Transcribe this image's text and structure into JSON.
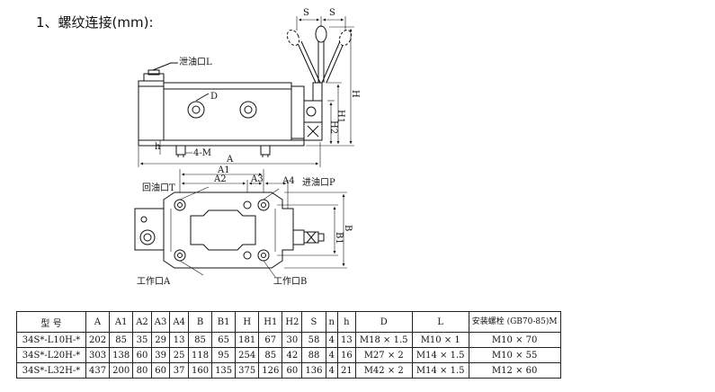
{
  "heading": "1、螺纹连接(mm):",
  "drawing": {
    "front_view": {
      "drain_port_label": "泄油口L",
      "dim_A": "A",
      "dim_4M": "4-M",
      "dim_h": "h",
      "dim_D": "D",
      "dim_S": "S",
      "dim_H": "H",
      "dim_H1": "H1",
      "dim_H2": "H2"
    },
    "bottom_view": {
      "dim_A1": "A1",
      "dim_A2": "A2",
      "dim_A3": "A3",
      "dim_A4": "A4",
      "dim_B": "B",
      "dim_B1": "B1",
      "return_port_label": "回油口T",
      "inlet_port_label": "进油口P",
      "work_port_a_label": "工作口A",
      "work_port_b_label": "工作口B"
    }
  },
  "table": {
    "headers": [
      "型 号",
      "A",
      "A1",
      "A2",
      "A3",
      "A4",
      "B",
      "B1",
      "H",
      "H1",
      "H2",
      "S",
      "n",
      "h",
      "D",
      "L",
      "安装螺栓 (GB70-85)M"
    ],
    "rows": [
      [
        "34S*-L10H-*",
        "202",
        "85",
        "35",
        "29",
        "13",
        "85",
        "65",
        "181",
        "67",
        "30",
        "58",
        "4",
        "13",
        "M18 × 1.5",
        "M10 × 1",
        "M10 × 70"
      ],
      [
        "34S*-L20H-*",
        "303",
        "138",
        "60",
        "39",
        "25",
        "118",
        "95",
        "254",
        "85",
        "42",
        "88",
        "4",
        "16",
        "M27 × 2",
        "M14 × 1.5",
        "M10 × 55"
      ],
      [
        "34S*-L32H-*",
        "437",
        "200",
        "80",
        "60",
        "37",
        "160",
        "135",
        "375",
        "126",
        "60",
        "136",
        "4",
        "21",
        "M42 × 2",
        "M14 × 1.5",
        "M12 × 60"
      ]
    ]
  }
}
